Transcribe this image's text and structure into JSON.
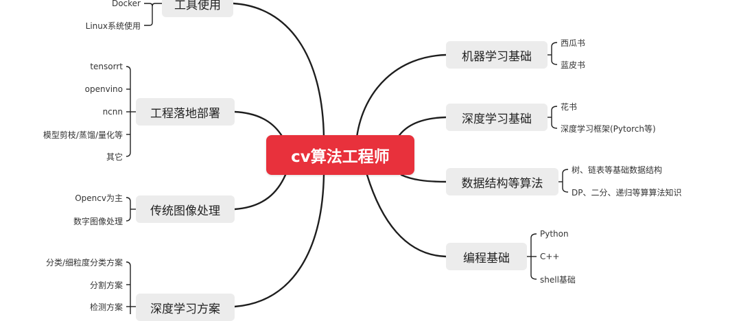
{
  "mindmap": {
    "root": {
      "label": "cv算法工程师"
    },
    "branches": {
      "tools": {
        "label": "工具使用",
        "children": [
          "Docker",
          "Linux系统使用"
        ]
      },
      "deploy": {
        "label": "工程落地部署",
        "children": [
          "tensorrt",
          "openvino",
          "ncnn",
          "模型剪枝/蒸馏/量化等",
          "其它"
        ]
      },
      "traditional": {
        "label": "传统图像处理",
        "children": [
          "Opencv为主",
          "数字图像处理"
        ]
      },
      "dl_solution": {
        "label": "深度学习方案",
        "children": [
          "分类/细粒度分类方案",
          "分割方案",
          "检测方案"
        ]
      },
      "ml_basics": {
        "label": "机器学习基础",
        "children": [
          "西瓜书",
          "蓝皮书"
        ]
      },
      "dl_basics": {
        "label": "深度学习基础",
        "children": [
          "花书",
          "深度学习框架(Pytorch等)"
        ]
      },
      "ds_algo": {
        "label": "数据结构等算法",
        "children": [
          "树、链表等基础数据结构",
          "DP、二分、递归等算算法知识"
        ]
      },
      "programming": {
        "label": "编程基础",
        "children": [
          "Python",
          "C++",
          "shell基础"
        ]
      }
    },
    "colors": {
      "root_fill": "#e8313c",
      "root_text": "#ffffff",
      "branch_fill": "#ececec",
      "line": "#1e1e1e"
    }
  }
}
